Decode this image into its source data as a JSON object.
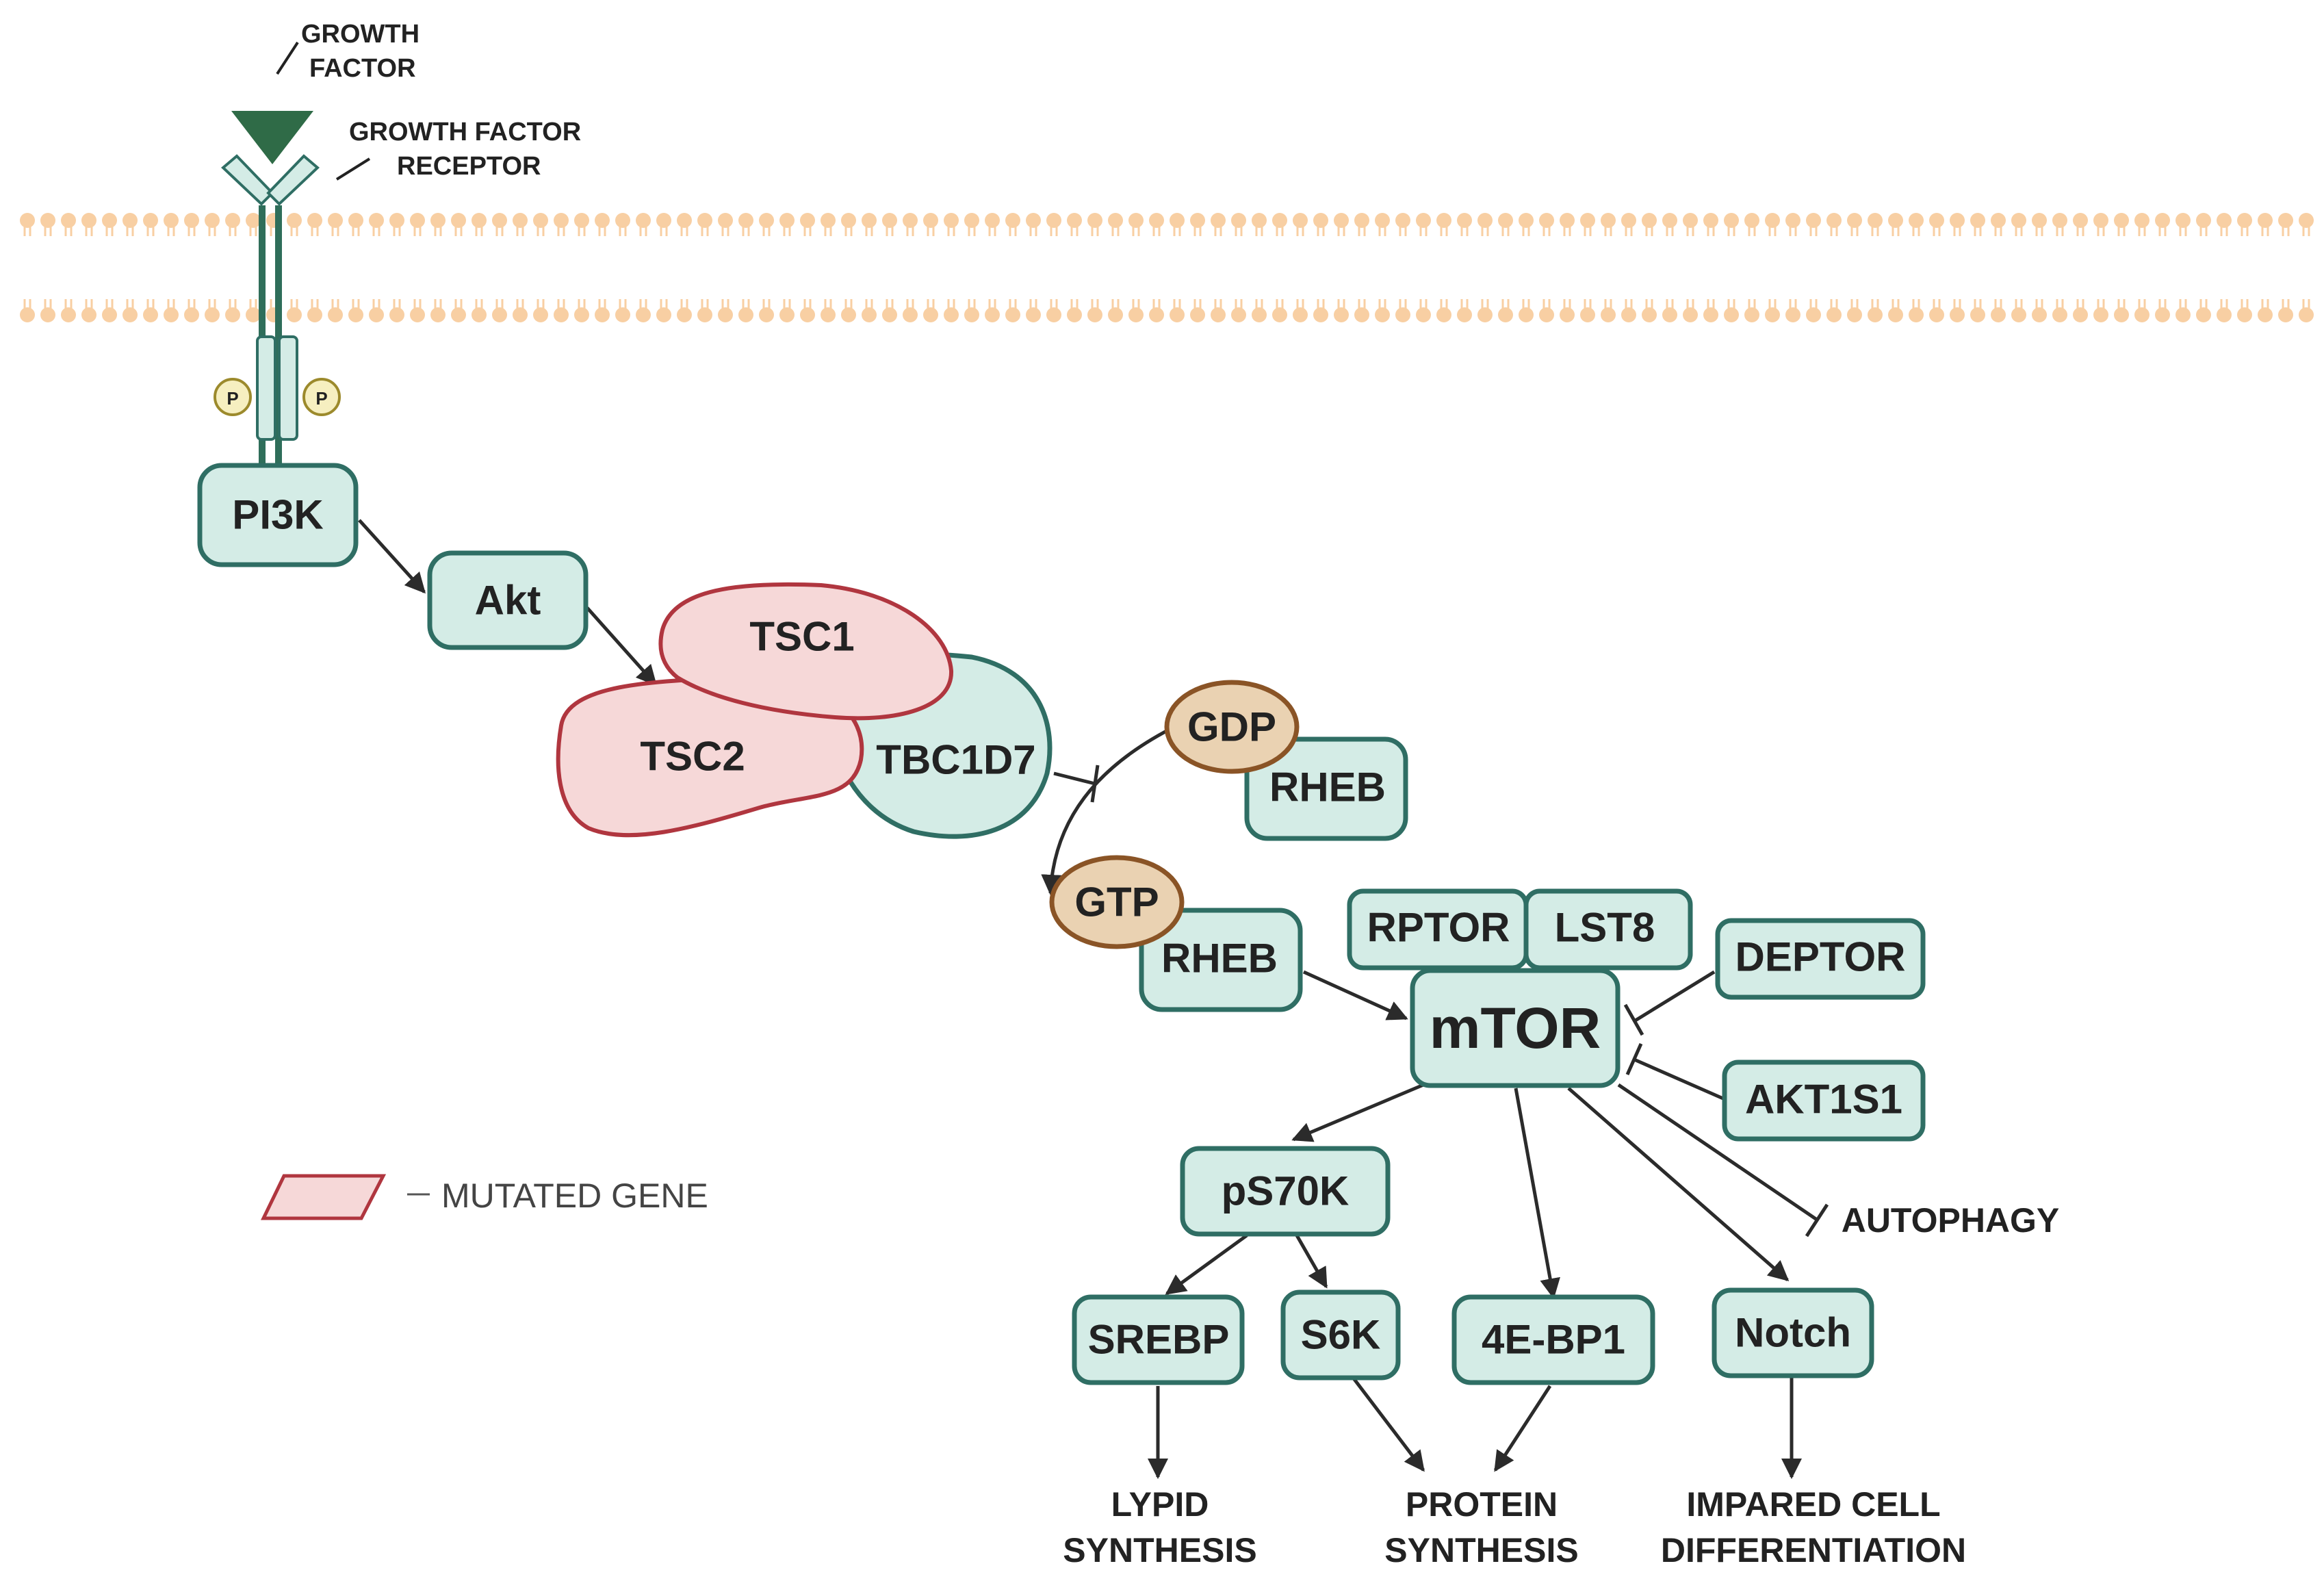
{
  "labels": {
    "growth_factor_line1": "GROWTH",
    "growth_factor_line2": "FACTOR",
    "receptor_line1": "GROWTH FACTOR",
    "receptor_line2": "RECEPTOR",
    "phospho_left": "P",
    "phospho_right": "P"
  },
  "nodes": {
    "pi3k": "PI3K",
    "akt": "Akt",
    "tsc1": "TSC1",
    "tsc2": "TSC2",
    "tbc1d7": "TBC1D7",
    "gdp": "GDP",
    "rheb_gdp": "RHEB",
    "gtp": "GTP",
    "rheb_gtp": "RHEB",
    "rptor": "RPTOR",
    "lst8": "LST8",
    "mtor": "mTOR",
    "deptor": "DEPTOR",
    "akt1s1": "AKT1S1",
    "ps70k": "pS70K",
    "srebp": "SREBP",
    "s6k": "S6K",
    "4ebp1": "4E-BP1",
    "notch": "Notch"
  },
  "outcomes": {
    "autophagy": "AUTOPHAGY",
    "lipid_line1": "LYPID",
    "lipid_line2": "SYNTHESIS",
    "protein_line1": "PROTEIN",
    "protein_line2": "SYNTHESIS",
    "diff_line1": "IMPARED CELL",
    "diff_line2": "DIFFERENTIATION"
  },
  "legend": {
    "mutated_gene": "MUTATED GENE"
  },
  "colors": {
    "protein_fill": "#d4ece6",
    "protein_stroke": "#2f6e64",
    "mutated_fill": "#f6d8d8",
    "mutated_stroke": "#b0363f",
    "nucleotide_fill": "#ead2b2",
    "membrane": "#f8cfa3",
    "ligand": "#2f6b47"
  }
}
